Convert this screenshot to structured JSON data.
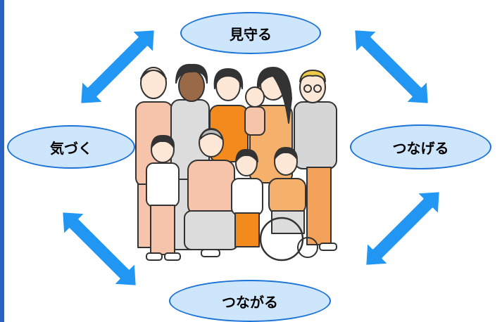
{
  "nodes": {
    "top": "見守る",
    "left": "気づく",
    "right": "つなげる",
    "bottom": "つながる"
  },
  "colors": {
    "node_fill": "#cde6fb",
    "node_stroke": "#1c73d8",
    "arrow_fill": "#2196f3",
    "sidebar": "#2a62c4"
  }
}
